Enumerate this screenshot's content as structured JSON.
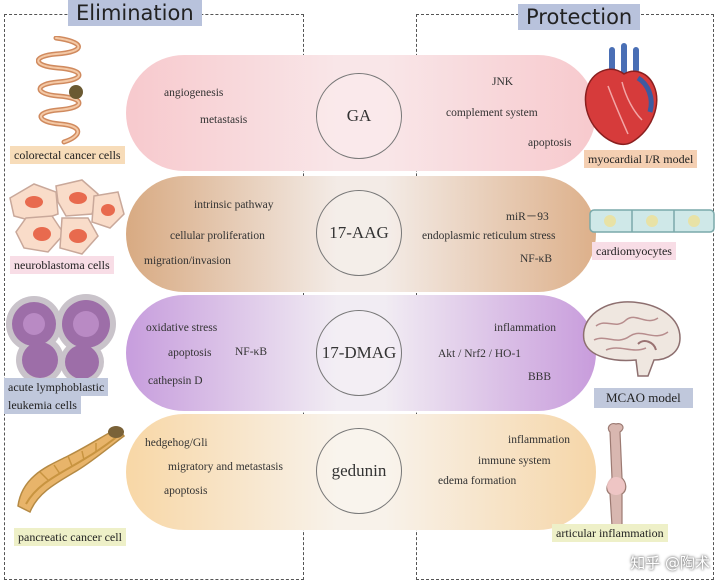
{
  "sections": {
    "left_title": "Elimination",
    "right_title": "Protection"
  },
  "rows": [
    {
      "compound": "GA",
      "left_effects": [
        "angiogenesis",
        "metastasis"
      ],
      "right_effects": [
        "JNK",
        "complement system",
        "apoptosis"
      ],
      "left_model": "colorectal cancer cells",
      "right_model": "myocardial I/R model",
      "color": "#f8cfd3"
    },
    {
      "compound": "17-AAG",
      "left_effects": [
        "intrinsic pathway",
        "cellular proliferation",
        "migration/invasion"
      ],
      "right_effects": [
        "miR－93",
        "endoplasmic reticulum stress",
        "NF-κB"
      ],
      "left_model": "neuroblastoma cells",
      "right_model": "cardiomyocytes",
      "color": "#dbb08a"
    },
    {
      "compound": "17-DMAG",
      "left_effects": [
        "oxidative stress",
        "apoptosis",
        "NF-κB",
        "cathepsin D"
      ],
      "right_effects": [
        "inflammation",
        "Akt / Nrf2 / HO-1",
        "BBB"
      ],
      "left_model": "acute lymphoblastic leukemia cells",
      "left_model_line2": "leukemia cells",
      "left_model_line1": "acute lymphoblastic",
      "right_model": "MCAO  model",
      "color": "#c8a2dc"
    },
    {
      "compound": "gedunin",
      "left_effects": [
        "hedgehog/Gli",
        "migratory and metastasis",
        "apoptosis"
      ],
      "right_effects": [
        "inflammation",
        "immune system",
        "edema formation"
      ],
      "left_model": "pancreatic cancer  cell",
      "right_model": "articular inflammation",
      "color": "#f7d8a8"
    }
  ],
  "watermark": "知乎 @陶术"
}
